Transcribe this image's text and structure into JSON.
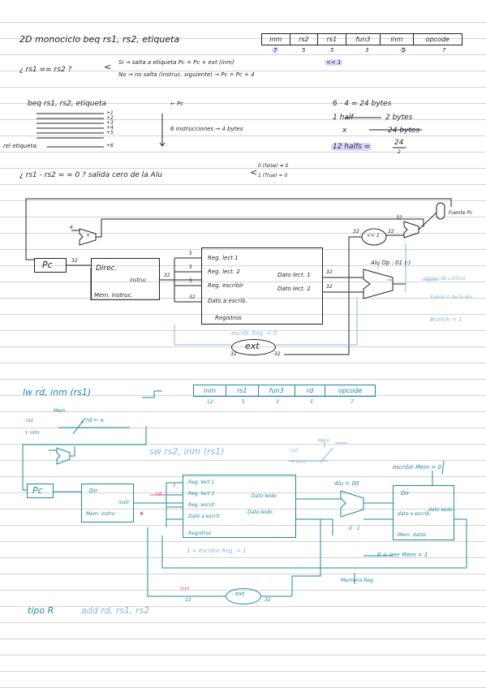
{
  "beq_section": {
    "title": "2D monociclo beq rs1, rs2, etiqueta",
    "fields": [
      "inm",
      "rs2",
      "rs1",
      "fun3",
      "inm",
      "opcode"
    ],
    "field_bits": [
      "7",
      "5",
      "5",
      "3",
      "5",
      "7"
    ],
    "question": "¿ rs1 == rs2 ?",
    "yes_line": "Si → salta a etiqueta  Pc = Pc + ext (inm)",
    "shift": "<< 1",
    "no_line": "No → no salta (instruc. siguiente) → Pc = Pc + 4",
    "listing_header": "beq rs1, rs2, etiqueta",
    "arrow_pc": "← Pc",
    "offsets": [
      "+1",
      "+2",
      "+3",
      "+4",
      "+5",
      "+6"
    ],
    "count_text": "6 instrucciones → 4 bytes",
    "label_text": "rel etiqueta:",
    "calc1": "6 · 4 = 24 bytes",
    "calc2_left": "1 half",
    "calc2_right": "2 bytes",
    "calc3_left": "x",
    "calc3_right": "24 bytes",
    "calc4": "12 halfs =",
    "frac_num": "24",
    "frac_den": "2",
    "cond_question": "¿ rs1 - rs2 = = 0 ?  salida cero de la Alu",
    "cond_false": "0 (false) ≠ 0",
    "cond_true": "1 (True) = 0"
  },
  "diagram1": {
    "pc": "Pc",
    "mem_dir": "Direc.",
    "mem_instr": "instruc",
    "mem_name": "Mem. instruc.",
    "reg_lect1": "Reg. lect 1",
    "reg_lect2": "Reg. lect. 2",
    "reg_escribir": "Reg. escribir",
    "dato_escrib": "Dato a escrib.",
    "registros": "Registros",
    "dato_lect1": "Dato lect. 1",
    "dato_lect2": "Dato lect. 2",
    "escrib_reg": "escrib. Reg. = 0",
    "ext": "ext",
    "alu_op": "Alu Op : 01 (-)",
    "ctrl_note": "signos de control",
    "salida_note": "Salida 0 de la Alu",
    "branch": "Branch = 1",
    "fuente_pc": "Fuente Pc",
    "shift": "<< 1",
    "four": "4",
    "bus32": "32",
    "bus5": "5"
  },
  "lw_section": {
    "title": "lw rd, inm (rs1)",
    "fields": [
      "inm",
      "rs1",
      "fun3",
      "rd",
      "opcode"
    ],
    "field_bits": [
      "12",
      "5",
      "3",
      "5",
      "7"
    ],
    "mem_note": "Mem",
    "rs1_label": "rs1",
    "inm_label": "+ inm",
    "rd_label": "rd ← x",
    "sw_title": "sw rs2, inm (rs1)",
    "sw_right": "rs2",
    "sw_mem": "Mem",
    "sw_inm": "+ inm"
  },
  "diagram2": {
    "pc": "Pc",
    "dir": "Dir",
    "instr": "instr",
    "mem_instr": "Mem. instru",
    "reg_lect1": "Reg. lect 1",
    "reg_lect2": "Reg. lect 2",
    "reg_escrit": "Reg. escrit.",
    "dato_escrit": "Dato a escrit.",
    "registros": "Registros",
    "dato_leido1": "Dato leido",
    "dato_leido2": "Dato leido",
    "escribir_reg": "1 = escribir Reg. = 1",
    "ext": "ext",
    "inm": "inm",
    "alu": "Alu = 00",
    "escribir_mem": "escribir Mem = 0",
    "dmem_dir": "Dir",
    "dmem_dato_escrib": "dato a escrib.",
    "dmem_dato_leido": "dato leido",
    "dmem_name": "Mem. datos",
    "leer_mem": "0 = leer Mem = 1",
    "rd": "rd",
    "zero": "0",
    "one": "1",
    "memoria_reg": "Memoria Reg",
    "bits_12": "12",
    "bits_32": "32"
  },
  "footer": {
    "tipo": "tipo R",
    "add": "add rd, rs1, rs2"
  }
}
